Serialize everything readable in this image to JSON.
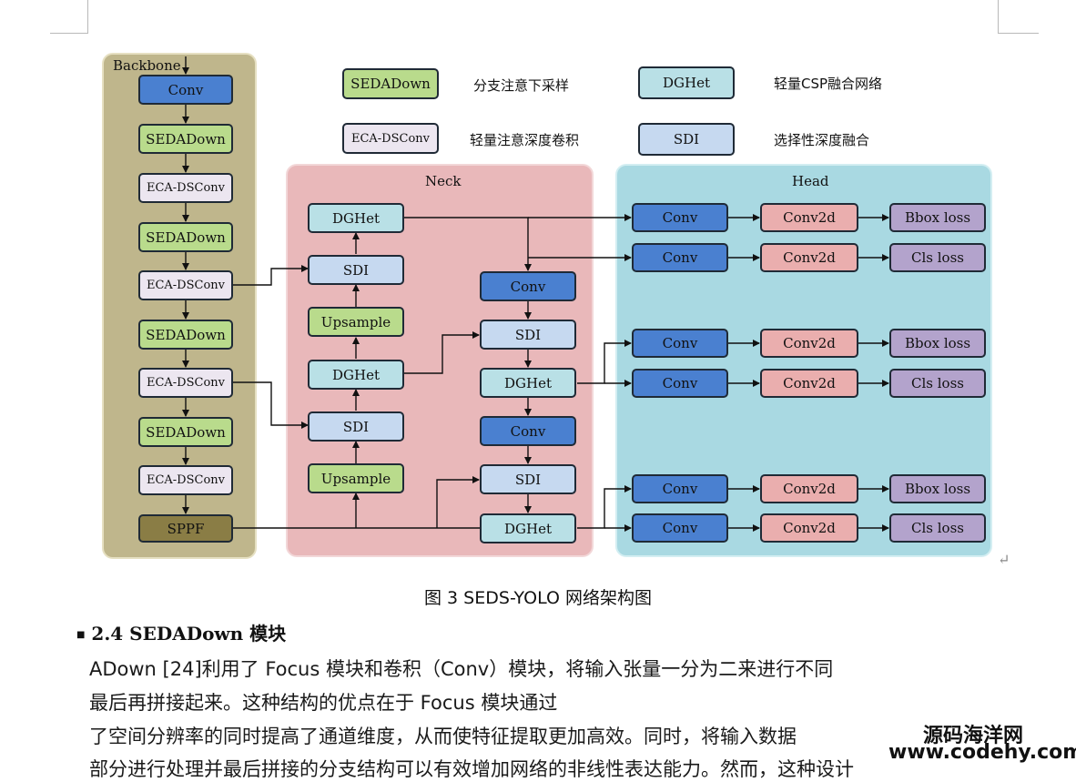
{
  "diagram": {
    "panels": {
      "backbone": "Backbone",
      "neck": "Neck",
      "head": "Head"
    },
    "legend": [
      {
        "block": "SEDADown",
        "desc": "分支注意下采样"
      },
      {
        "block": "DGHet",
        "desc": "轻量CSP融合网络"
      },
      {
        "block": "ECA-DSConv",
        "desc": "轻量注意深度卷积"
      },
      {
        "block": "SDI",
        "desc": "选择性深度融合"
      }
    ],
    "backbone_blocks": [
      "Conv",
      "SEDADown",
      "ECA-DSConv",
      "SEDADown",
      "ECA-DSConv",
      "SEDADown",
      "ECA-DSConv",
      "SEDADown",
      "ECA-DSConv",
      "SPPF"
    ],
    "neck_left": [
      "DGHet",
      "SDI",
      "Upsample",
      "DGHet",
      "SDI",
      "Upsample"
    ],
    "neck_right": [
      "Conv",
      "SDI",
      "DGHet",
      "Conv",
      "SDI",
      "DGHet"
    ],
    "head_rows": [
      {
        "a": "Conv",
        "b": "Conv2d",
        "c": "Bbox loss"
      },
      {
        "a": "Conv",
        "b": "Conv2d",
        "c": "Cls loss"
      },
      {
        "a": "Conv",
        "b": "Conv2d",
        "c": "Bbox loss"
      },
      {
        "a": "Conv",
        "b": "Conv2d",
        "c": "Cls loss"
      },
      {
        "a": "Conv",
        "b": "Conv2d",
        "c": "Bbox loss"
      },
      {
        "a": "Conv",
        "b": "Conv2d",
        "c": "Cls loss"
      }
    ],
    "colors": {
      "backbone_bg": "#bfb68c",
      "neck_bg": "#e9b8ba",
      "head_bg": "#a9d9e2",
      "conv": "#4a80d0",
      "sedadown": "#b9db8c",
      "eca": "#ece6f0",
      "sppf": "#8a7d45",
      "dghet": "#b9e0e6",
      "sdi": "#c6d9f0",
      "conv2d": "#eaaeae",
      "loss": "#b3a3cc"
    }
  },
  "caption": "图  3 SEDS-YOLO 网络架构图",
  "heading": "2.4  SEDADown 模块",
  "paragraph": [
    "ADown [24]利用了  Focus  模块和卷积（Conv）模块，将输入张量一分为二来进行不同",
    "最后再拼接起来。这种结构的优点在于  Focus  模块通过",
    "了空间分辨率的同时提高了通道维度，从而使特征提取更加高效。同时，将输入数据",
    "部分进行处理并最后拼接的分支结构可以有效增加网络的非线性表达能力。然而，这种设计"
  ],
  "watermark": {
    "line1": "源码海洋网",
    "line2": "www.codehy.com"
  }
}
